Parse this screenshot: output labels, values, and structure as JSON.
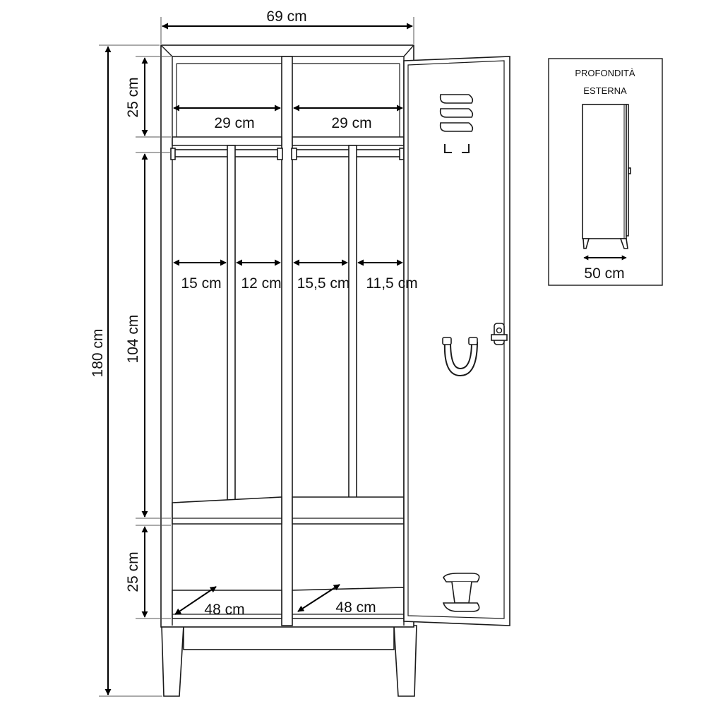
{
  "dimensions": {
    "width": "69 cm",
    "height_total": "180 cm",
    "top_compartment": "25 cm",
    "hanging_section": "104 cm",
    "bottom_compartment": "25 cm",
    "top_left_width": "29 cm",
    "top_right_width": "29 cm",
    "sub_widths": [
      "15 cm",
      "12 cm",
      "15,5 cm",
      "11,5 cm"
    ],
    "depth_left": "48 cm",
    "depth_right": "48 cm"
  },
  "inset": {
    "title_line1": "PROFONDITÀ",
    "title_line2": "ESTERNA",
    "depth": "50 cm"
  }
}
